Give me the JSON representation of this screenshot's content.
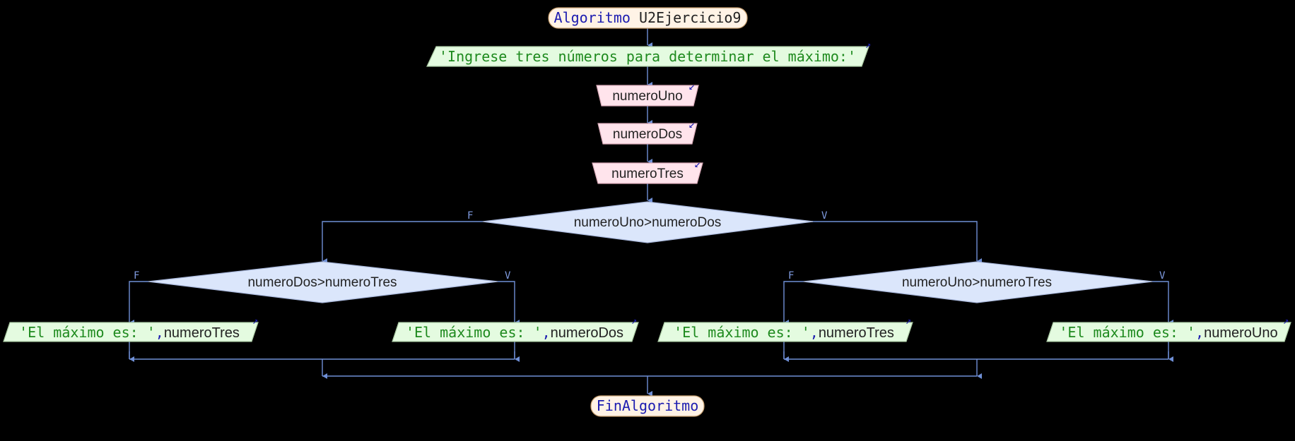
{
  "start": {
    "keyword": "Algoritmo",
    "name": "U2Ejercicio9"
  },
  "prompt": {
    "text": "'Ingrese tres números para determinar el máximo:'"
  },
  "reads": [
    "numeroUno",
    "numeroDos",
    "numeroTres"
  ],
  "decisions": {
    "main": {
      "condition": "numeroUno>numeroDos",
      "false_label": "F",
      "true_label": "V"
    },
    "left": {
      "condition": "numeroDos>numeroTres",
      "false_label": "F",
      "true_label": "V"
    },
    "right": {
      "condition": "numeroUno>numeroTres",
      "false_label": "F",
      "true_label": "V"
    }
  },
  "outputs": [
    {
      "literal": "'El máximo es: '",
      "separator": ",",
      "variable": "numeroTres"
    },
    {
      "literal": "'El máximo es: '",
      "separator": ",",
      "variable": "numeroDos"
    },
    {
      "literal": "'El máximo es: '",
      "separator": ",",
      "variable": "numeroTres"
    },
    {
      "literal": "'El máximo es: '",
      "separator": ",",
      "variable": "numeroUno"
    }
  ],
  "end": {
    "keyword": "FinAlgoritmo"
  },
  "colors": {
    "background": "#000000",
    "terminal_fill": "#fff3e6",
    "output_fill": "#e4fbe0",
    "input_fill": "#ffe4ec",
    "decision_fill": "#dbe6fb",
    "connector": "#6f8fd6",
    "keyword": "#1c1cb0",
    "string": "#1e8a1e"
  }
}
